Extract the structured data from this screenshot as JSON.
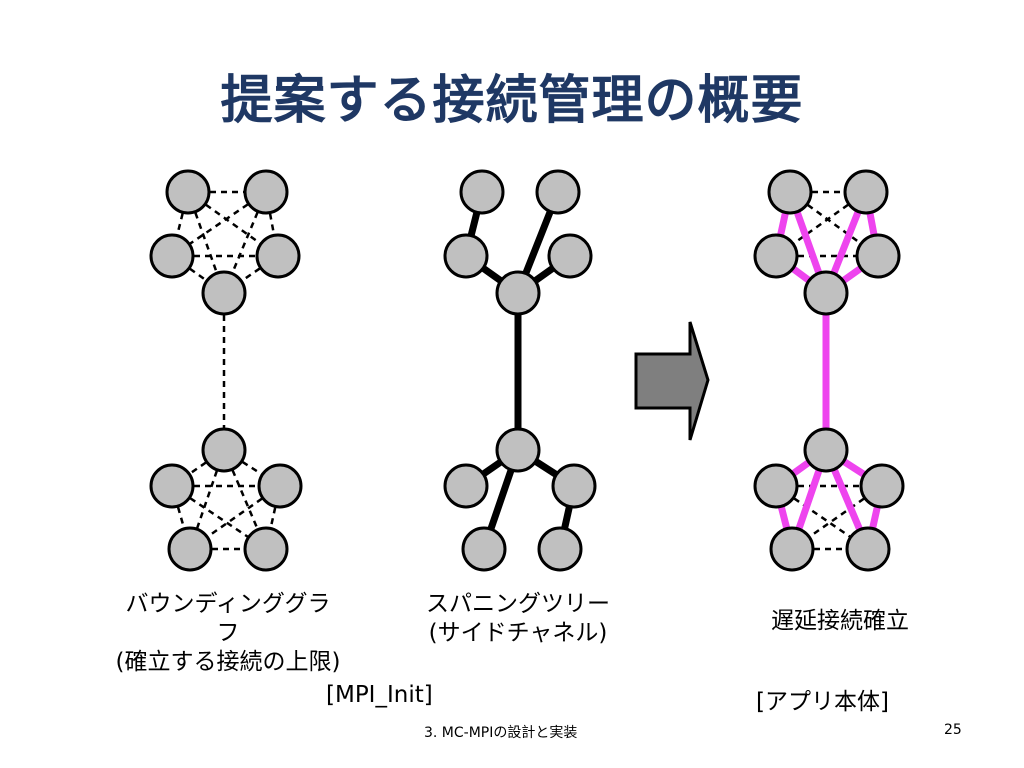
{
  "slide": {
    "title": "提案する接続管理の概要",
    "footer_section": "3. MC-MPIの設計と実装",
    "page_number": "25"
  },
  "captions": {
    "bounding_graph_line1": "バウンディンググラ",
    "bounding_graph_line2": "フ",
    "bounding_graph_line3": "(確立する接続の上限)",
    "spanning_tree_line1": "スパニングツリー",
    "spanning_tree_line2": "(サイドチャネル)",
    "lazy_connection": "遅延接続確立",
    "mpi_init": "[MPI_Init]",
    "app_body": "[アプリ本体]"
  },
  "colors": {
    "title": "#1f3864",
    "node_fill": "#c0c0c0",
    "established_link": "#ee44ee",
    "arrow_fill": "#7f7f7f"
  }
}
